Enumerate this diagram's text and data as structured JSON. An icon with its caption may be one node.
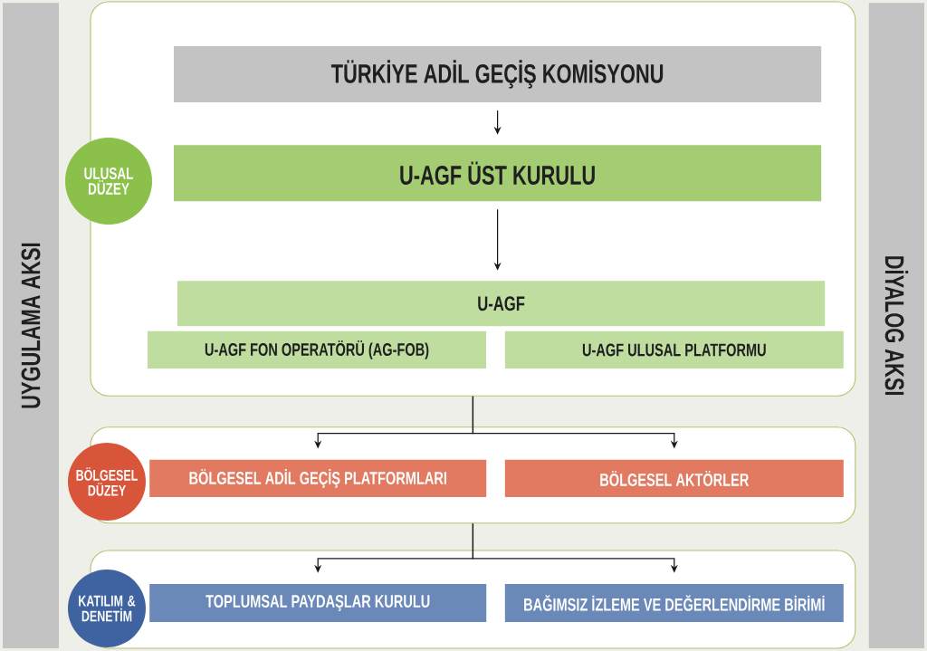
{
  "diagram": {
    "nodes": [
      {
        "text": [
          "UYGULAMA AKSI"
        ]
      },
      {
        "text": [
          "DİYALOG AKSI"
        ]
      },
      {
        "text": [],
        "shape": "box"
      },
      {
        "text": [
          "ULUSAL DÜZEY"
        ]
      },
      {
        "text": [
          "TÜRKİYE ADİL GEÇİŞ KOMİSYONU"
        ],
        "in": 2
      },
      {
        "text": [
          "U-AGF ÜST KURULU"
        ],
        "in": 2
      },
      {
        "text": [
          "U-AGF"
        ],
        "in": 2
      },
      {
        "text": [
          "U-AGF FON OPERATÖRÜ (AG-FOB)"
        ],
        "in": 2
      },
      {
        "text": [
          "U-AGF ULUSAL PLATFORMU"
        ],
        "in": 2
      },
      {
        "text": [],
        "shape": "box"
      },
      {
        "text": [
          "BÖLGESEL DÜZEY"
        ]
      },
      {
        "text": [
          "BÖLGESEL ADİL GEÇİŞ PLATFORMLARI"
        ],
        "in": 9
      },
      {
        "text": [
          "BÖLGESEL AKTÖRLER"
        ],
        "in": 9
      },
      {
        "text": [],
        "shape": "box"
      },
      {
        "text": [
          "KATILIM & DENETİM"
        ]
      },
      {
        "text": [
          "TOPLUMSAL PAYDAŞLAR KURULU"
        ],
        "in": 13
      },
      {
        "text": [
          "BAĞIMSIZ İZLEME VE DEĞERLENDİRME BİRİMİ"
        ],
        "in": 13
      }
    ],
    "edges": [
      {
        "from": 4,
        "to": 5,
        "arrow": "to"
      },
      {
        "from": 5,
        "to": 6,
        "arrow": "to"
      },
      {
        "from": 2,
        "to": 11,
        "arrow": "to"
      },
      {
        "from": 2,
        "to": 12,
        "arrow": "to"
      },
      {
        "from": 9,
        "to": 15,
        "arrow": "to"
      },
      {
        "from": 9,
        "to": 16,
        "arrow": "to"
      }
    ]
  }
}
